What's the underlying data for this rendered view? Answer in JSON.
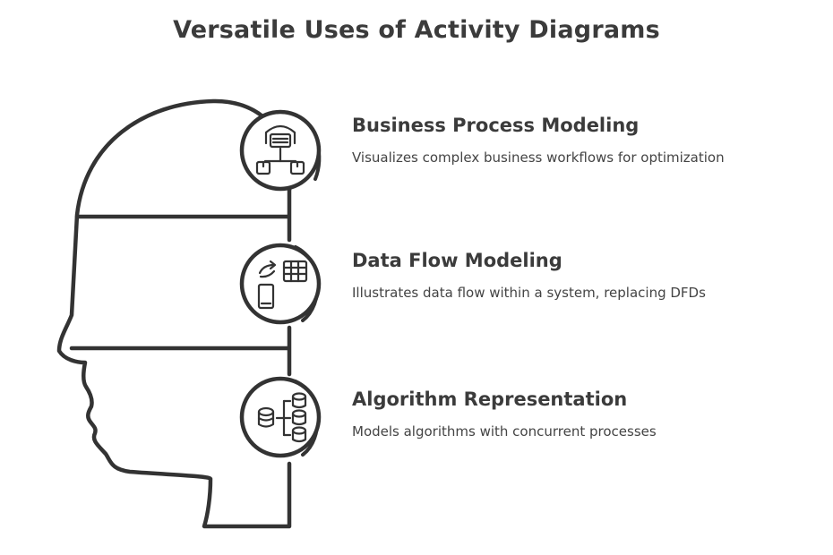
{
  "title": "Versatile Uses of Activity Diagrams",
  "colors": {
    "stroke": "#333333",
    "text": "#3b3b3b",
    "background": "#ffffff"
  },
  "items": [
    {
      "title": "Business Process Modeling",
      "description": "Visualizes complex business workflows for optimization",
      "icon": "business-process-icon"
    },
    {
      "title": "Data Flow Modeling",
      "description": "Illustrates data flow within a system, replacing DFDs",
      "icon": "data-flow-icon"
    },
    {
      "title": "Algorithm Representation",
      "description": "Models algorithms with concurrent processes",
      "icon": "algorithm-icon"
    }
  ]
}
